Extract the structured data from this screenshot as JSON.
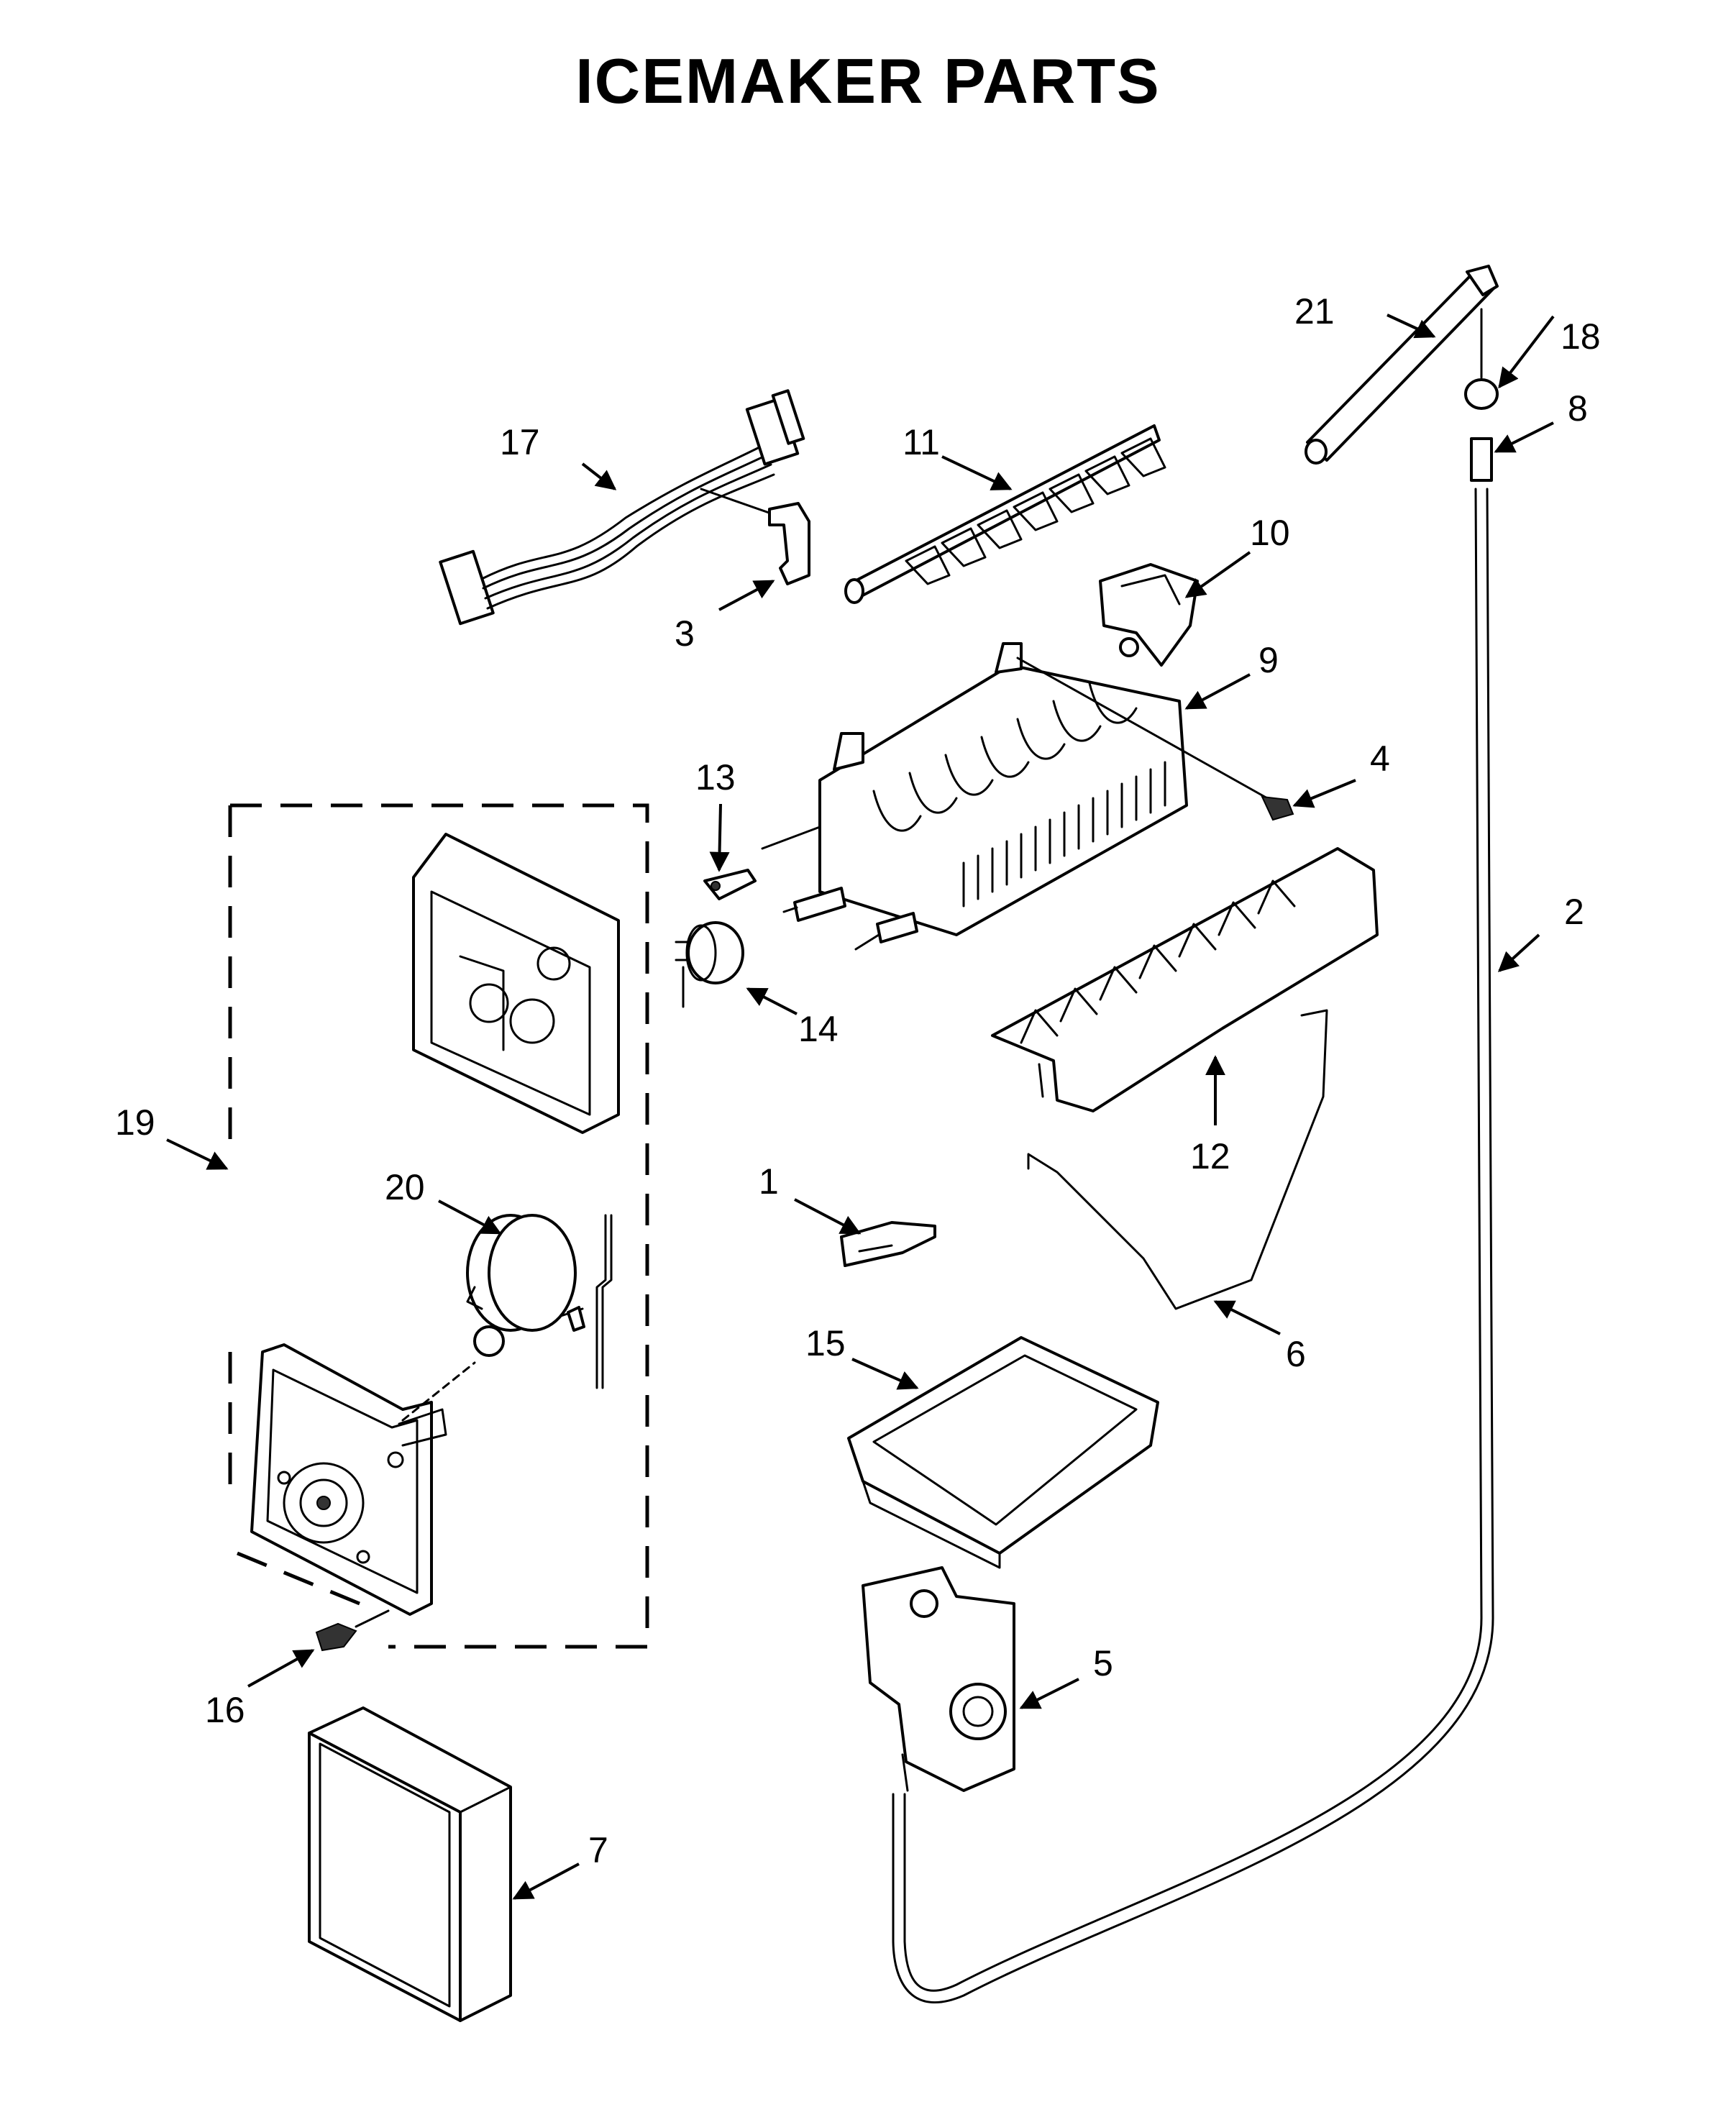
{
  "title": "ICEMAKER PARTS",
  "callouts": {
    "c1": "1",
    "c2": "2",
    "c3": "3",
    "c4": "4",
    "c5": "5",
    "c6": "6",
    "c7": "7",
    "c8": "8",
    "c9": "9",
    "c10": "10",
    "c11": "11",
    "c12": "12",
    "c13": "13",
    "c14": "14",
    "c15": "15",
    "c16": "16",
    "c17": "17",
    "c18": "18",
    "c19": "19",
    "c20": "20",
    "c21": "21"
  }
}
